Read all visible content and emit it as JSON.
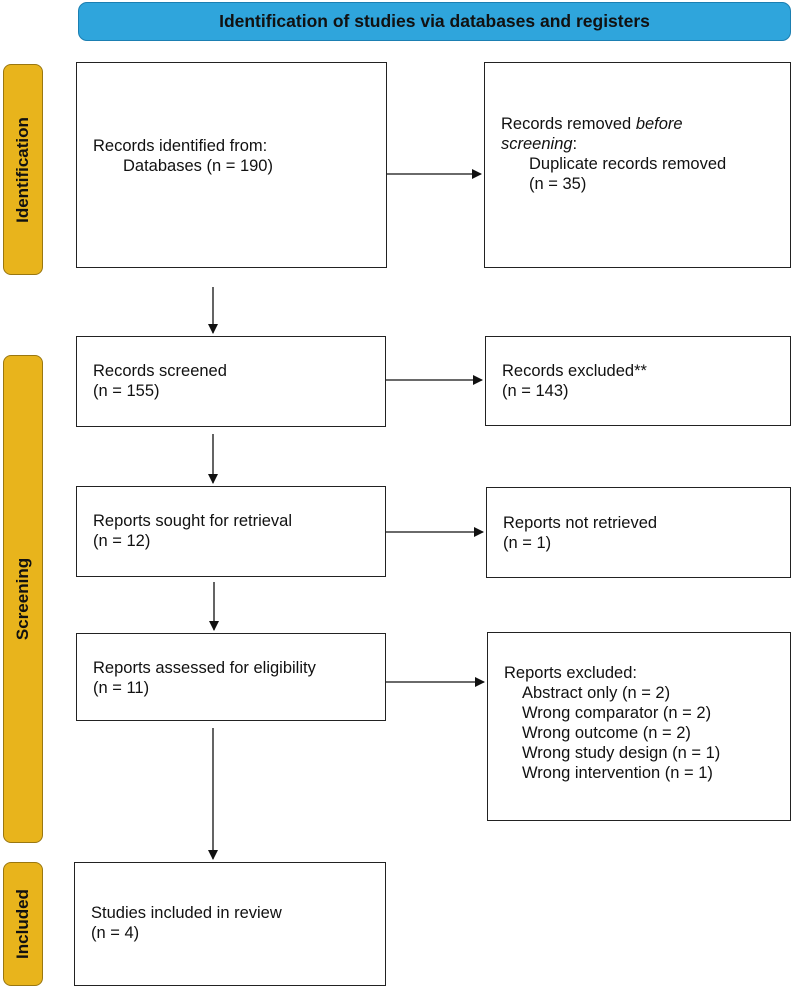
{
  "header": {
    "title": "Identification of studies via databases and registers"
  },
  "phases": {
    "identification": "Identification",
    "screening": "Screening",
    "included": "Included"
  },
  "boxes": {
    "records_identified": {
      "line1": "Records identified from:",
      "line2": "Databases (n = 190)"
    },
    "records_removed": {
      "line1_a": "Records removed ",
      "line1_b": "before",
      "line2_a": "screening",
      "line2_b": ":",
      "line3": "Duplicate records removed",
      "line4": "(n = 35)"
    },
    "records_screened": {
      "line1": "Records screened",
      "line2": "(n = 155)"
    },
    "records_excluded": {
      "line1": "Records excluded**",
      "line2": "(n = 143)"
    },
    "reports_sought": {
      "line1": "Reports sought for retrieval",
      "line2": "(n = 12)"
    },
    "reports_not_retrieved": {
      "line1": "Reports not retrieved",
      "line2": "(n = 1)"
    },
    "reports_assessed": {
      "line1": "Reports assessed for eligibility",
      "line2": "(n = 11)"
    },
    "reports_excluded": {
      "title": "Reports excluded:",
      "items": [
        "Abstract only (n = 2)",
        "Wrong comparator (n = 2)",
        "Wrong outcome (n = 2)",
        "Wrong study design (n = 1)",
        "Wrong intervention (n = 1)"
      ]
    },
    "studies_included": {
      "line1": "Studies included in review",
      "line2": "(n = 4)"
    }
  },
  "colors": {
    "header_fill": "#2fa5dc",
    "phase_fill": "#e8b41c",
    "box_border": "#222222"
  }
}
